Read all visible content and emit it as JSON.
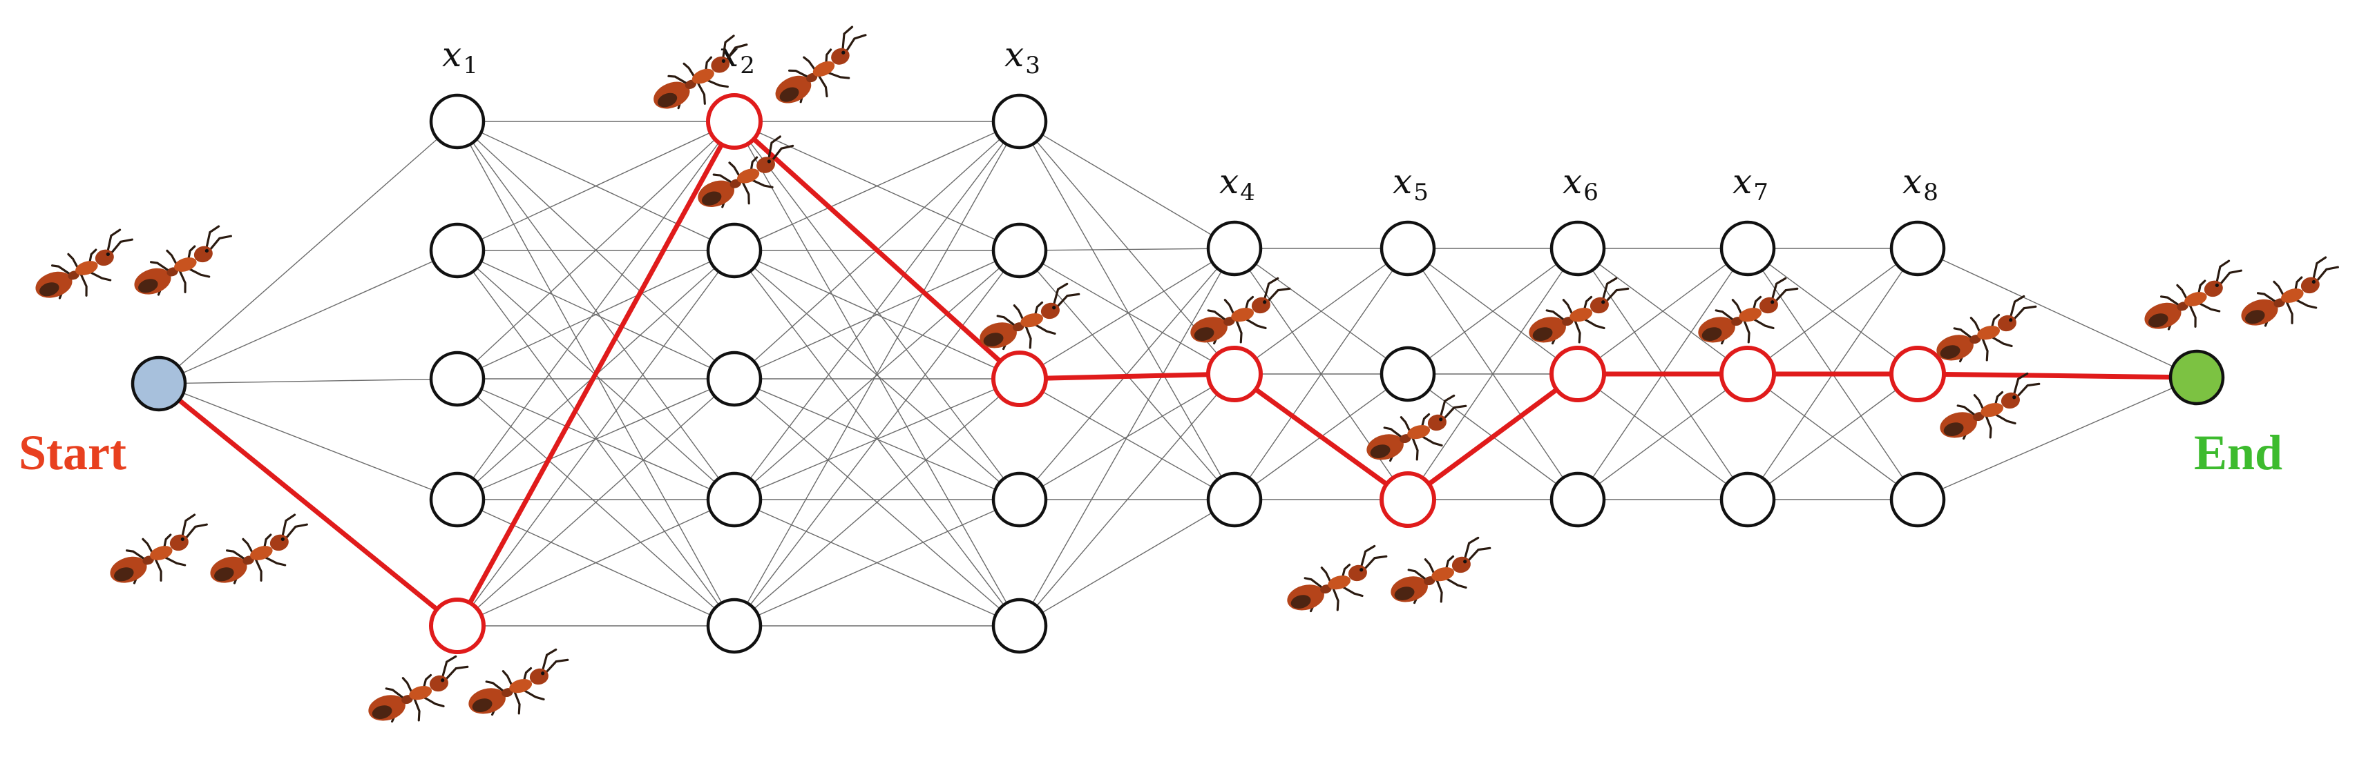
{
  "layers": [
    {
      "label": "x",
      "sub": "1",
      "nodes": 5
    },
    {
      "label": "x",
      "sub": "2",
      "nodes": 5
    },
    {
      "label": "x",
      "sub": "3",
      "nodes": 5
    },
    {
      "label": "x",
      "sub": "4",
      "nodes": 3
    },
    {
      "label": "x",
      "sub": "5",
      "nodes": 3
    },
    {
      "label": "x",
      "sub": "6",
      "nodes": 3
    },
    {
      "label": "x",
      "sub": "7",
      "nodes": 3
    },
    {
      "label": "x",
      "sub": "8",
      "nodes": 3
    }
  ],
  "start": {
    "label": "Start",
    "color": "#e8401f",
    "fill": "#a7c0dc"
  },
  "end": {
    "label": "End",
    "color": "#3dbb2e",
    "fill": "#7cc242"
  },
  "best_path": [
    4,
    0,
    2,
    1,
    2,
    1,
    1,
    1
  ],
  "colors": {
    "path": "#e01b1b",
    "ant_body": "#b5441a",
    "ant_dark": "#2a1a10"
  }
}
